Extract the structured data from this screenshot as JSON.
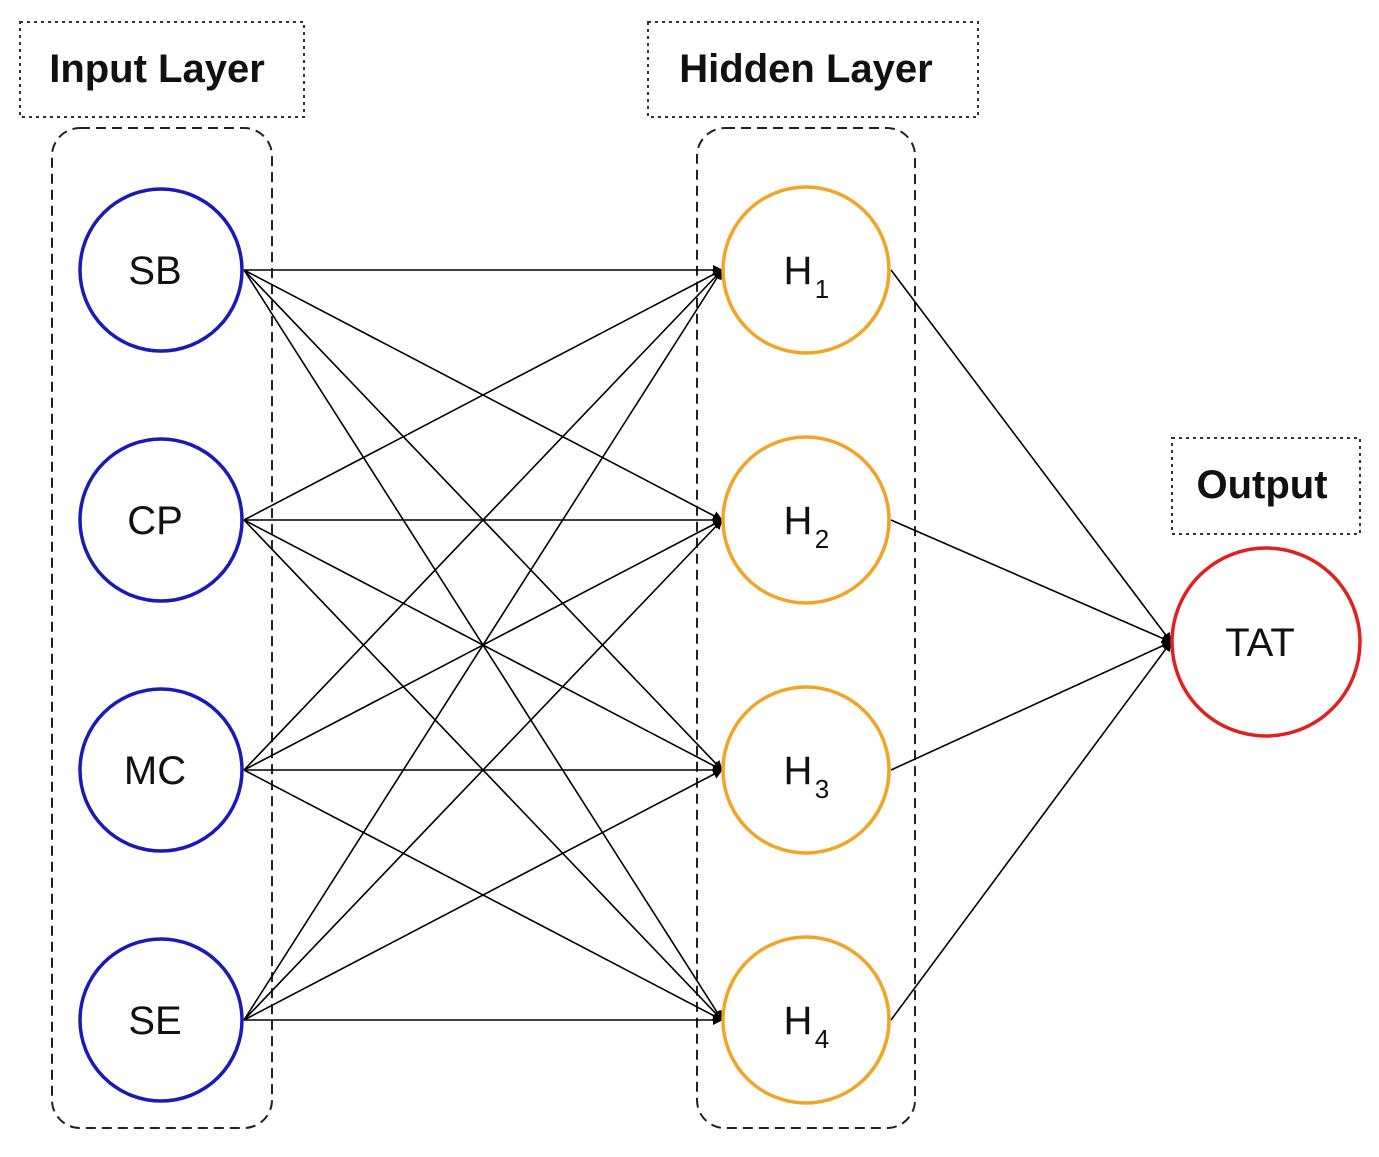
{
  "labels": {
    "input": "Input Layer",
    "hidden": "Hidden Layer",
    "output": "Output"
  },
  "colors": {
    "input_node": "#1a1ab8",
    "hidden_node": "#f0a526",
    "output_node": "#e0201e",
    "edge": "#000000"
  },
  "nodes": {
    "input": [
      {
        "id": "SB",
        "label": "SB"
      },
      {
        "id": "CP",
        "label": "CP"
      },
      {
        "id": "MC",
        "label": "MC"
      },
      {
        "id": "SE",
        "label": "SE"
      }
    ],
    "hidden": [
      {
        "id": "H1",
        "label": "H",
        "sub": "1"
      },
      {
        "id": "H2",
        "label": "H",
        "sub": "2"
      },
      {
        "id": "H3",
        "label": "H",
        "sub": "3"
      },
      {
        "id": "H4",
        "label": "H",
        "sub": "4"
      }
    ],
    "output": [
      {
        "id": "TAT",
        "label": "TAT"
      }
    ]
  },
  "edges": [
    [
      "SB",
      "H1"
    ],
    [
      "SB",
      "H2"
    ],
    [
      "SB",
      "H3"
    ],
    [
      "SB",
      "H4"
    ],
    [
      "CP",
      "H1"
    ],
    [
      "CP",
      "H2"
    ],
    [
      "CP",
      "H3"
    ],
    [
      "CP",
      "H4"
    ],
    [
      "MC",
      "H1"
    ],
    [
      "MC",
      "H2"
    ],
    [
      "MC",
      "H3"
    ],
    [
      "MC",
      "H4"
    ],
    [
      "SE",
      "H1"
    ],
    [
      "SE",
      "H2"
    ],
    [
      "SE",
      "H3"
    ],
    [
      "SE",
      "H4"
    ],
    [
      "H1",
      "TAT"
    ],
    [
      "H2",
      "TAT"
    ],
    [
      "H3",
      "TAT"
    ],
    [
      "H4",
      "TAT"
    ]
  ]
}
